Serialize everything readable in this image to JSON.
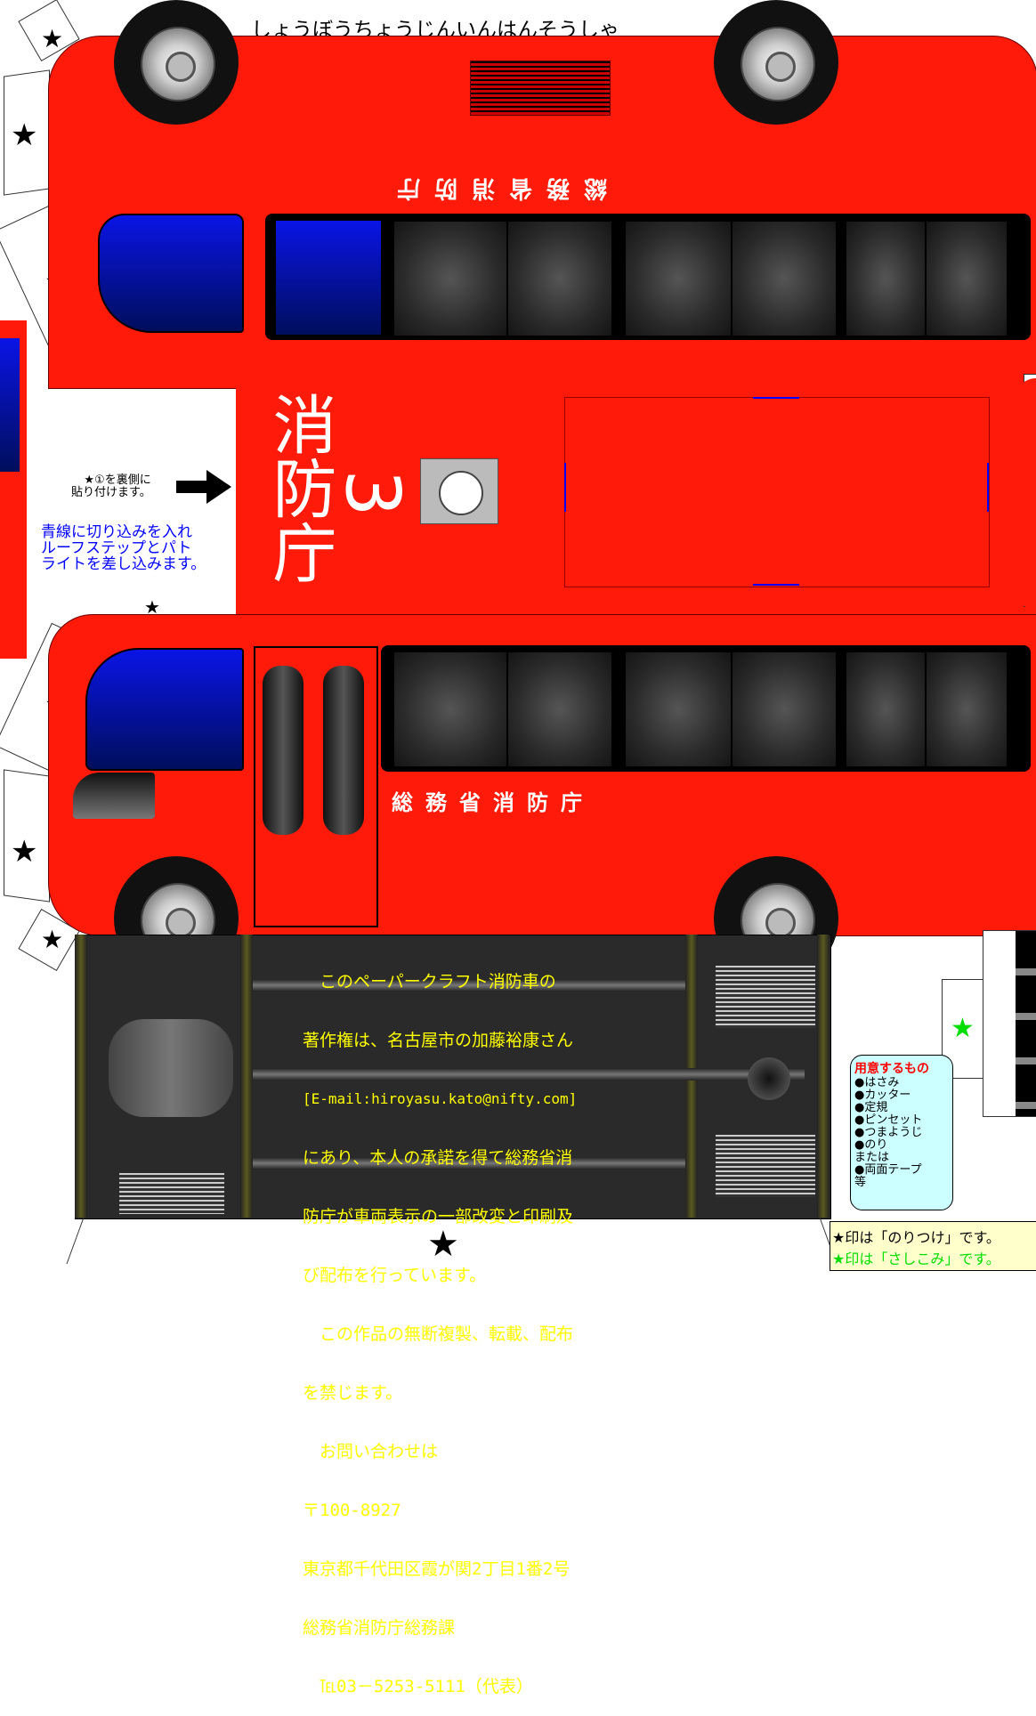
{
  "title_partial": "しょうぼうちょうじんいんはんそうしゃ",
  "roof_text_mirrored": "総務省消防庁",
  "roof_big_text": "消防庁",
  "roof_number": "3",
  "side_text": "総務省消防庁",
  "arrow_note": "★①を裏側に\n貼り付けます。",
  "blue_note": "青線に切り込みを入れ\nルーフステップとパト\nライトを差し込みます。",
  "copyright_lines": [
    "　このペーパークラフト消防車の",
    "著作権は、名古屋市の加藤裕康さん",
    "[E-mail:hiroyasu.kato@nifty.com]",
    "にあり、本人の承諾を得て総務省消",
    "防庁が車両表示の一部改変と印刷及",
    "び配布を行っています。",
    "　この作品の無断複製、転載、配布",
    "を禁じます。",
    "　お問い合わせは",
    "〒100-8927",
    "東京都千代田区霞が関2丁目1番2号",
    "総務省消防庁総務課",
    "　℡03－5253-5111（代表）"
  ],
  "tools": {
    "heading": "用意するもの",
    "items": [
      "●はさみ",
      "●カッター",
      "●定規",
      "●ピンセット",
      "●つまようじ",
      "●のり",
      "または",
      "●両面テープ",
      "等"
    ]
  },
  "legend": {
    "glue": "★印は「のりつけ」です。",
    "insert": "★印は「さしこみ」です。"
  },
  "colors": {
    "body_red": "#ff1a0a",
    "note_blue": "#0000ff",
    "insert_green": "#00dd00",
    "tools_bg": "#ccffff"
  }
}
